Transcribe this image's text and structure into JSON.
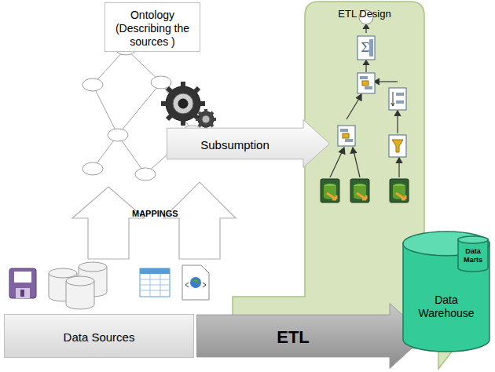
{
  "diagram": {
    "nodes": [
      {
        "text": [
          "Ontology (Describing the sources )"
        ]
      },
      {
        "text": [
          "ETL Design"
        ]
      },
      {
        "text": [
          "Subsumption"
        ]
      },
      {
        "text": [
          "Data Sources"
        ]
      },
      {
        "text": [
          "ETL"
        ]
      },
      {
        "text": [
          "Data Warehouse"
        ]
      },
      {
        "text": [
          "Data Marts"
        ],
        "in": 5
      }
    ],
    "labels": [
      "MAPPINGS"
    ]
  }
}
